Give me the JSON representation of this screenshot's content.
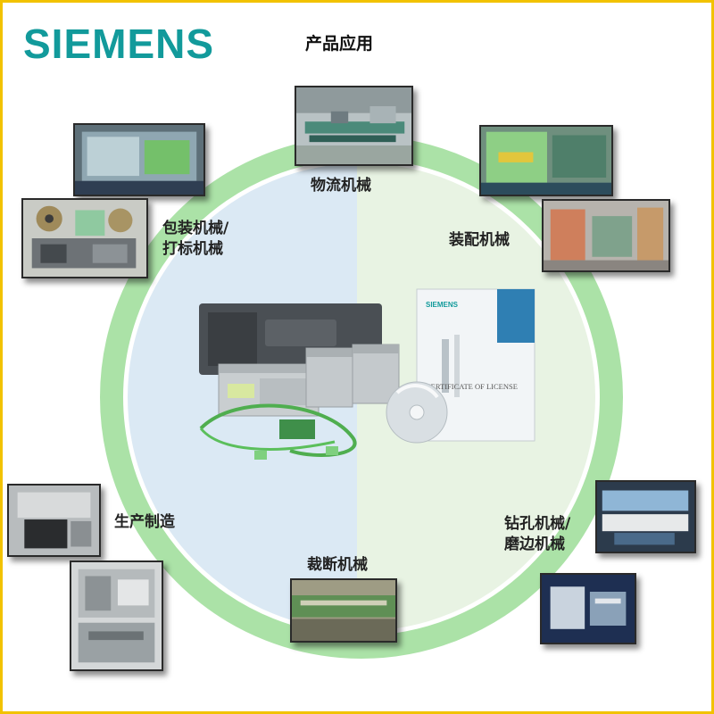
{
  "brand": {
    "logo_text": "SIEMENS",
    "logo_color": "#129a9b"
  },
  "page": {
    "heading": "产品应用",
    "ring_color": "#8fd88a",
    "frame_color": "#f2c200"
  },
  "applications": [
    {
      "id": "logistics",
      "label": "物流机械"
    },
    {
      "id": "packaging",
      "label_line1": "包装机械/",
      "label_line2": "打标机械"
    },
    {
      "id": "assembly",
      "label": "装配机械"
    },
    {
      "id": "production",
      "label": "生产制造"
    },
    {
      "id": "cutting",
      "label": "裁断机械"
    },
    {
      "id": "drilling",
      "label_line1": "钻孔机械/",
      "label_line2": "磨边机械"
    }
  ],
  "product": {
    "doc_brand": "SIEMENS",
    "license_text": "CERTIFICATE OF LICENSE"
  }
}
